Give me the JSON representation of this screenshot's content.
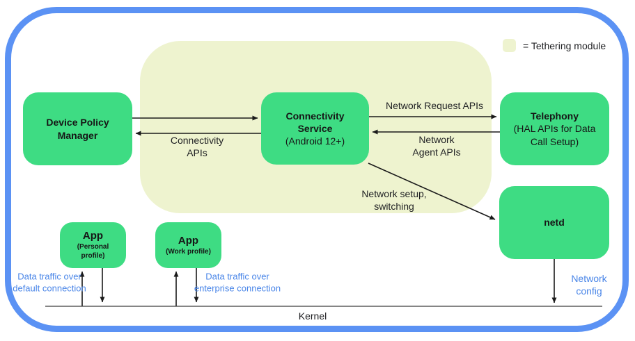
{
  "colors": {
    "frame-blue": "#5b92f4",
    "box-green": "#3edc83",
    "module-bg": "#eef3cf",
    "label-blue": "#4a86e8",
    "text-dark": "#202124"
  },
  "legend": {
    "label": "= Tethering module"
  },
  "boxes": {
    "device_policy_manager": {
      "title": "Device Policy Manager"
    },
    "connectivity_service": {
      "title": "Connectivity Service",
      "subtitle": "(Android 12+)"
    },
    "telephony": {
      "title": "Telephony",
      "subtitle": "(HAL APIs for Data Call Setup)"
    },
    "netd": {
      "title": "netd"
    },
    "app_personal": {
      "title": "App",
      "subtitle": "(Personal profile)"
    },
    "app_work": {
      "title": "App",
      "subtitle": "(Work profile)"
    }
  },
  "edge_labels": {
    "connectivity_apis": "Connectivity\nAPIs",
    "network_request_apis": "Network Request APIs",
    "network_agent_apis": "Network\nAgent APIs",
    "network_setup_switching": "Network setup,\nswitching",
    "network_config": "Network\nconfig",
    "data_traffic_default": "Data traffic over\ndefault connection",
    "data_traffic_enterprise": "Data traffic over\nenterprise connection"
  },
  "kernel": {
    "label": "Kernel"
  }
}
